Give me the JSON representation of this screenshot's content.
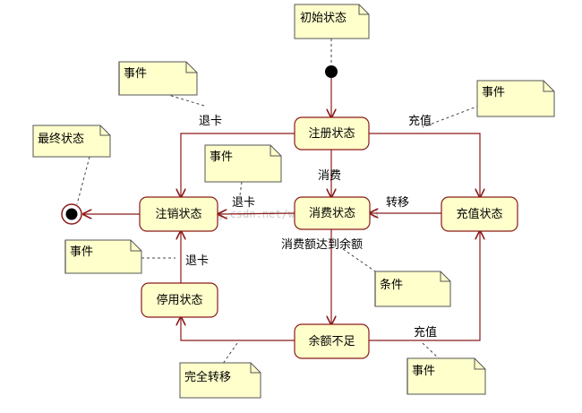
{
  "states": {
    "register": "注册状态",
    "consume": "消费状态",
    "cancel": "注销状态",
    "recharge": "充值状态",
    "suspend": "停用状态",
    "insufficient": "余额不足"
  },
  "notes": {
    "initial": "初始状态",
    "final": "最终状态",
    "event_1": "事件",
    "event_2": "事件",
    "event_3": "事件",
    "event_4": "事件",
    "event_5": "事件",
    "condition": "条件",
    "full_transfer": "完全转移"
  },
  "transitions": {
    "register_to_cancel": "退卡",
    "register_to_recharge": "充值",
    "register_to_consume": "消费",
    "consume_to_cancel": "退卡",
    "recharge_to_consume": "转移",
    "consume_to_insufficient": "消费额达到余额",
    "suspend_to_cancel": "退卡",
    "insufficient_to_recharge": "充值"
  },
  "watermark": "http://blog.csdn.net/wangqing666823",
  "colors": {
    "state_fill": "#ffffcc",
    "state_border": "#8b1a1a",
    "arrow": "#8b1a1a"
  }
}
